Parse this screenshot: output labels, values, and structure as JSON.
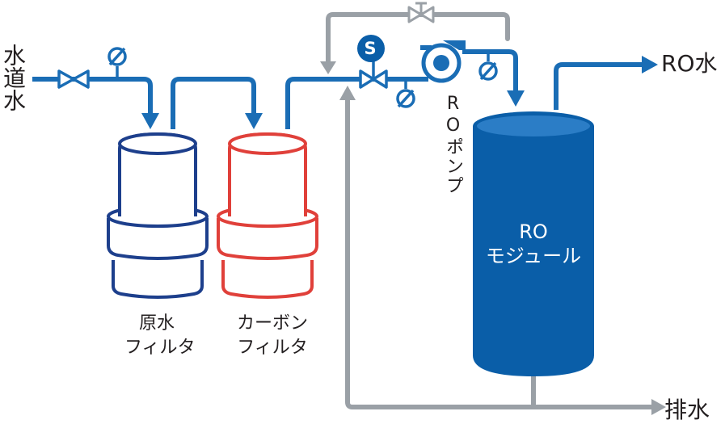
{
  "labels": {
    "tap_water": "水道水",
    "ro_water": "RO水",
    "drain": "排水",
    "ro_pump": "ROポンプ",
    "raw_filter": [
      "原水",
      "フィルタ"
    ],
    "carbon_filter": [
      "カーボン",
      "フィルタ"
    ],
    "ro_module": [
      "RO",
      "モジュール"
    ],
    "solenoid": "S"
  },
  "colors": {
    "blue_pipe": "#1a6db5",
    "gray_pipe": "#9aa0a6",
    "raw_filter": "#1d3f8c",
    "carbon_filter": "#e0403a",
    "module": "#0a5ea8",
    "module_top": "#2b7dc6",
    "text": "#231f20"
  },
  "icons": [
    "gate-valve-icon",
    "pressure-gauge-icon",
    "solenoid-valve-icon",
    "pump-icon",
    "flow-arrow-icon"
  ]
}
